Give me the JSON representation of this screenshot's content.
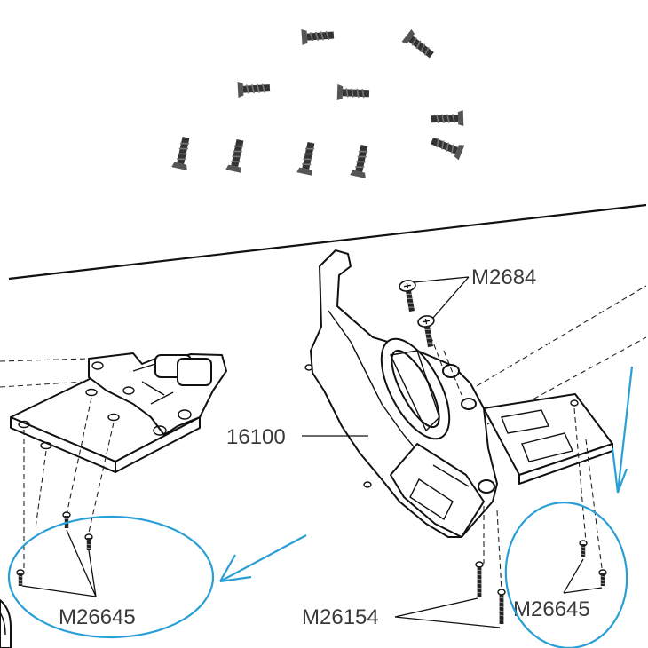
{
  "labels": {
    "screw_top_right": "M2684",
    "bumper_part": "16100",
    "screws_left": "M26645",
    "screws_bottom_center": "M26154",
    "screws_bottom_right": "M26645"
  },
  "colors": {
    "annotation_blue": "#2a9fd6",
    "line": "#111111",
    "label_text": "#3a3a3a",
    "screw_dark": "#3a3a3a"
  },
  "icons": {
    "loose_screws": "screw-icon",
    "annotation_arrows": "arrow-icon",
    "annotation_circles": "circle-highlight"
  }
}
